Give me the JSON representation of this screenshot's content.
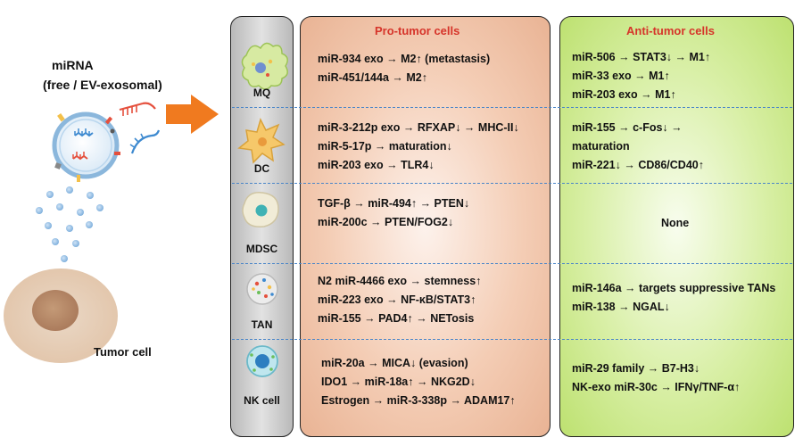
{
  "left": {
    "title_line1": "miRNA",
    "title_line2": "(free / EV-exosomal)",
    "tumor_label": "Tumor cell"
  },
  "columns": {
    "pro_title": "Pro-tumor cells",
    "anti_title": "Anti-tumor cells"
  },
  "rows": [
    {
      "cell": "MQ",
      "pro": [
        "miR-934 exo → M2↑ (metastasis)",
        "miR-451/144a → M2↑"
      ],
      "anti": [
        "miR-506 → STAT3↓ → M1↑",
        "miR-33 exo → M1↑",
        "miR-203 exo → M1↑"
      ]
    },
    {
      "cell": "DC",
      "pro": [
        "miR-3-212p exo → RFXAP↓ → MHC-II↓",
        "miR-5-17p → maturation↓",
        "miR-203 exo → TLR4↓"
      ],
      "anti": [
        "miR-155 → c-Fos↓ →",
        "maturation",
        "miR-221↓ → CD86/CD40↑"
      ]
    },
    {
      "cell": "MDSC",
      "pro": [
        "TGF-β → miR-494↑ → PTEN↓",
        "miR-200c → PTEN/FOG2↓"
      ],
      "anti_none": "None"
    },
    {
      "cell": "TAN",
      "pro": [
        "N2 miR-4466 exo → stemness↑",
        "miR-223 exo → NF-κB/STAT3↑",
        "miR-155 → PAD4↑ → NETosis"
      ],
      "anti": [
        "miR-146a → targets suppressive TANs",
        "miR-138 → NGAL↓"
      ]
    },
    {
      "cell": "NK cell",
      "pro": [
        "miR-20a → MICA↓ (evasion)",
        "IDO1 → miR-18a↑ → NKG2D↓",
        "Estrogen → miR-3-338p → ADAM17↑"
      ],
      "anti": [
        "miR-29 family → B7-H3↓",
        "NK-exo miR-30c → IFNγ/TNF-α↑"
      ]
    }
  ],
  "colors": {
    "pro_title": "#d6342a",
    "anti_title": "#d6342a",
    "arrow": "#f07a1f",
    "divider": "#4b86c8"
  }
}
